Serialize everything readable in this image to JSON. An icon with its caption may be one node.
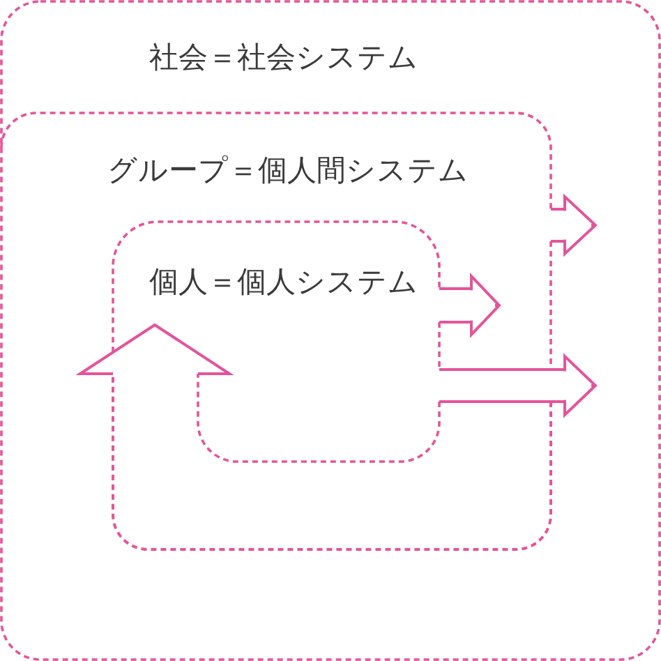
{
  "diagram": {
    "nodes": [
      {
        "text": [
          "社会＝社会システム"
        ]
      },
      {
        "text": [
          "グループ＝個人間システム"
        ],
        "in": 0
      },
      {
        "text": [
          "個人＝個人システム"
        ],
        "in": 1
      }
    ],
    "edges": [
      {
        "from": 1,
        "to": null,
        "arrow": "to"
      },
      {
        "from": 2,
        "to": null,
        "arrow": "to"
      },
      {
        "from": 2,
        "to": null,
        "arrow": "to"
      },
      {
        "from": 1,
        "to": 2,
        "arrow": "to",
        "style": "dashed"
      }
    ]
  }
}
